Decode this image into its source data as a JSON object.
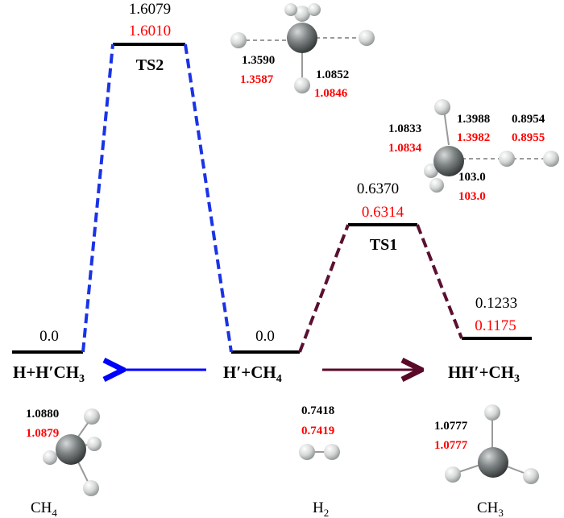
{
  "colors": {
    "black": "#000000",
    "red": "#ff0000",
    "blue": "#0000ff",
    "maroon": "#5a0a28",
    "dashed_blue": "#1a33e6",
    "dashed_maroon": "#5a1030",
    "atom_gray": "#6f7373",
    "atom_h": "#d8dada",
    "bond_gray": "#9a9a9a"
  },
  "levels": {
    "reactant_left_energy": "0.0",
    "reactant_center_energy": "0.0",
    "ts2_energy_black": "1.6079",
    "ts2_energy_red": "1.6010",
    "ts2_label": "TS2",
    "ts1_energy_black": "0.6370",
    "ts1_energy_red": "0.6314",
    "ts1_label": "TS1",
    "product_right_energy_black": "0.1233",
    "product_right_energy_red": "0.1175"
  },
  "species": {
    "left": {
      "prefix": "H+H′CH",
      "sub": "3"
    },
    "center": {
      "prefix": "H′+CH",
      "sub": "4"
    },
    "right": {
      "prefix": "HH′+CH",
      "sub": "3"
    }
  },
  "structures": {
    "ts2": {
      "bond_left_black": "1.3590",
      "bond_left_red": "1.3587",
      "bond_right_black": "1.0852",
      "bond_right_red": "1.0846"
    },
    "ts1": {
      "ch_black": "1.0833",
      "ch_red": "1.0834",
      "c_h_black": "1.3988",
      "c_h_red": "1.3982",
      "h_h_black": "0.8954",
      "h_h_red": "0.8955",
      "angle_black": "103.0",
      "angle_red": "103.0"
    },
    "ch4": {
      "bond_black": "1.0880",
      "bond_red": "1.0879",
      "label": "CH",
      "label_sub": "4"
    },
    "h2": {
      "bond_black": "0.7418",
      "bond_red": "0.7419",
      "label": "H",
      "label_sub": "2"
    },
    "ch3": {
      "bond_black": "1.0777",
      "bond_red": "1.0777",
      "label": "CH",
      "label_sub": "3"
    }
  }
}
